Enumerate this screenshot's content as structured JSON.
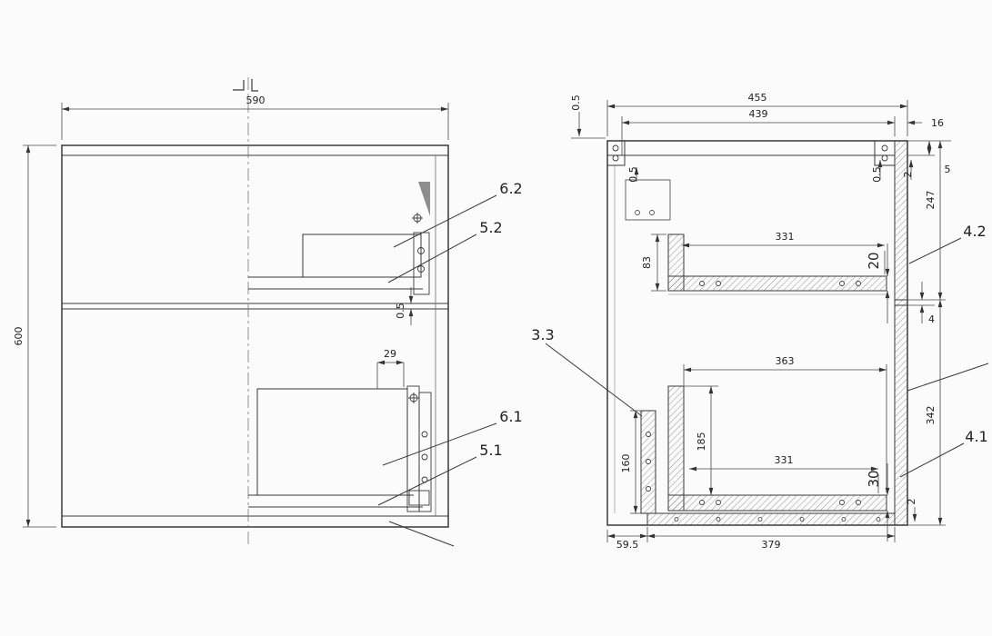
{
  "front_view": {
    "dim_width": "590",
    "dim_height": "600",
    "dim_gap": "0.5",
    "dim_slide_offset": "29",
    "callout_62": "6.2",
    "callout_52": "5.2",
    "callout_61": "6.1",
    "callout_51": "5.1"
  },
  "side_view": {
    "dim_depth_outer": "455",
    "dim_depth_inner": "439",
    "dim_back_offset": "0.5",
    "dim_bracket_gap": "0.5",
    "dim_front_gap_small": "0.5",
    "dim_front_gap": "2",
    "dim_top_gap": "5",
    "dim_panel_thickness": "16",
    "dim_upper_section_height": "247",
    "dim_upper_rail_length": "331",
    "dim_upper_rail_offset": "83",
    "dim_upper_rail_thickness": "20",
    "dim_mid_gap": "4",
    "dim_lower_span": "363",
    "dim_lower_rail_length": "331",
    "dim_lower_rail_height": "185",
    "dim_bracket_height": "160",
    "dim_lower_section_height": "342",
    "dim_lower_rail_thickness": "30",
    "dim_bottom_gap": "2",
    "dim_bottom_left_offset": "59.5",
    "dim_bottom_rail_length": "379",
    "callout_42": "4.2",
    "callout_41": "4.1",
    "callout_33": "3.3"
  },
  "colors": {
    "background": "#fbfbfb",
    "object_line": "#3a3a3a",
    "dim_line": "#4a4a4a",
    "text": "#222222",
    "shaded_bracket": "#8d8d8d"
  }
}
